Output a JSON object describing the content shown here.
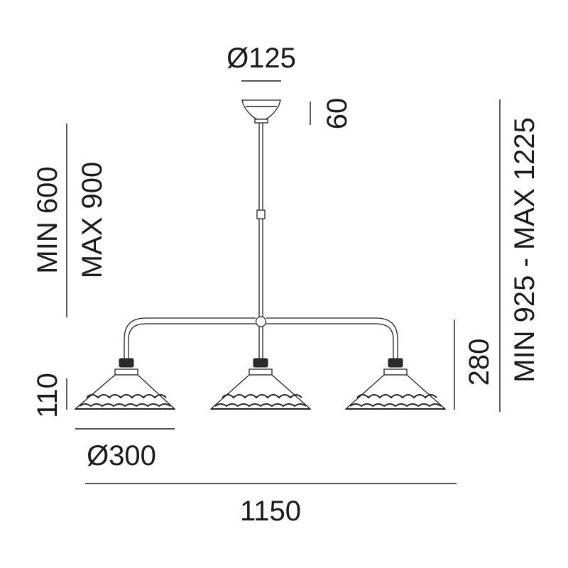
{
  "dimensions": {
    "canopy_diameter": "Ø125",
    "canopy_height": "60",
    "suspension_range_min": "MIN 600",
    "suspension_range_max": "MAX 900",
    "overall_height": "MIN 925 - MAX 1225",
    "arm_drop": "280",
    "shade_height": "110",
    "shade_diameter": "Ø300",
    "overall_width": "1150"
  },
  "colors": {
    "line": "#1a1a1a",
    "background": "#ffffff"
  }
}
